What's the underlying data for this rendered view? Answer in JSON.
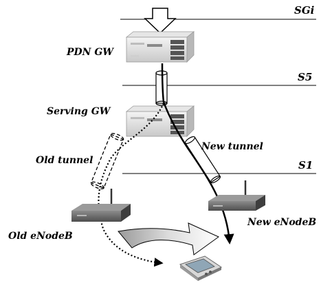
{
  "interfaces": {
    "sgi": "SGi",
    "s5": "S5",
    "s1": "S1"
  },
  "nodes": {
    "pdn_gw": "PDN GW",
    "serving_gw": "Serving GW",
    "old_enodeb": "Old eNodeB",
    "new_enodeb": "New eNodeB"
  },
  "tunnels": {
    "old": "Old tunnel",
    "new": "New tunnel"
  },
  "colors": {
    "line": "#000000",
    "server_light": "#eaeaea",
    "server_mid": "#c8c8c8",
    "server_dark": "#9a9a9a",
    "router_body": "#6f6f6f",
    "router_top": "#8a8a8a",
    "handover_arrow": "#d6d6d6"
  },
  "icons": {
    "downlink": "down-arrow-icon",
    "pdn_gw": "server-icon",
    "serving_gw": "server-icon",
    "old_enodeb": "router-icon",
    "new_enodeb": "router-icon",
    "ue": "pda-device-icon",
    "handover": "curved-arrow-icon"
  }
}
